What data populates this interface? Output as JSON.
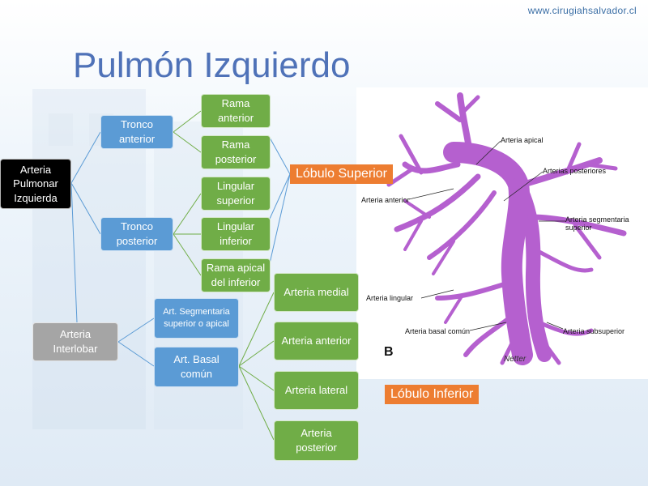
{
  "header": {
    "url": "www.cirugiahsalvador.cl",
    "title": "Pulmón Izquierdo"
  },
  "nodes": {
    "root": "Arteria\nPulmonar\nIzquierda",
    "tronco_anterior": "Tronco\nanterior",
    "tronco_posterior": "Tronco\nposterior",
    "rama_anterior": "Rama\nanterior",
    "rama_posterior": "Rama\nposterior",
    "lingular_superior": "Lingular\nsuperior",
    "lingular_inferior": "Lingular\ninferior",
    "rama_apical": "Rama apical\ndel inferior",
    "interlobar": "Arteria\nInterlobar",
    "segmentaria": "Art. Segmentaria\nsuperior o apical",
    "basal_comun": "Art. Basal\ncomún",
    "arteria_medial": "Arteria medial",
    "arteria_anterior": "Arteria anterior",
    "arteria_lateral": "Arteria lateral",
    "arteria_posterior": "Arteria\nposterior"
  },
  "labels": {
    "lobulo_superior": "Lóbulo Superior",
    "lobulo_inferior": "Lóbulo Inferior"
  },
  "illustration": {
    "annotations": {
      "apical": "Arteria apical",
      "posteriores": "Arterias posteriores",
      "anterior": "Arteria anterior",
      "segmentaria": "Arteria segmentaria\nsuperior",
      "lingual": "Arteria lingular",
      "basal": "Arteria basal común",
      "subsuperior": "Arteria subsuperior"
    },
    "figure_letter": "B",
    "signature": "Netter"
  },
  "colors": {
    "title": "#4f72b8",
    "blue": "#5b9bd5",
    "green": "#70ad47",
    "gray": "#a5a5a5",
    "orange": "#ed7d31",
    "artery": "#b560cf"
  }
}
